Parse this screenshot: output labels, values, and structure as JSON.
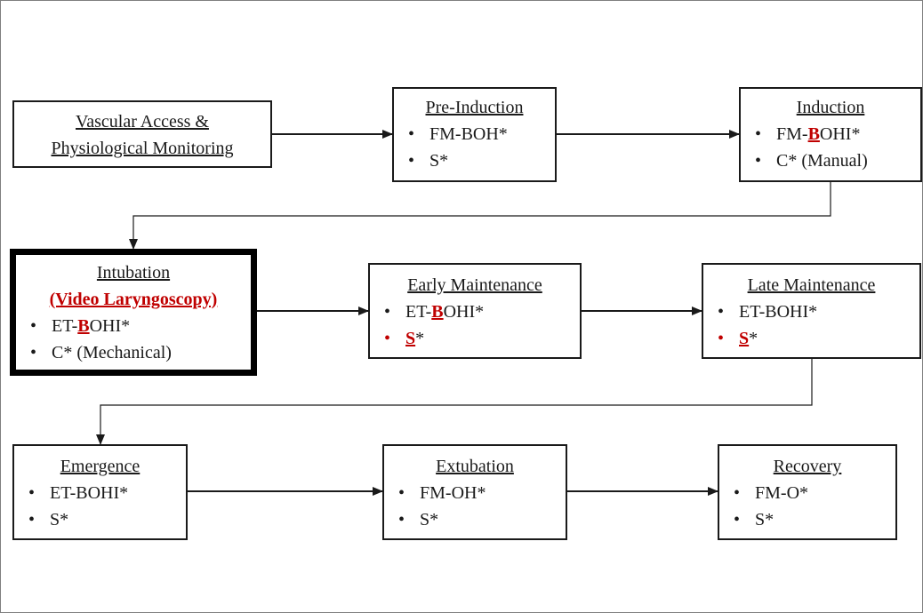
{
  "boxes": {
    "vascular": {
      "title_line1": "Vascular Access &",
      "title_line2": "Physiological Monitoring"
    },
    "preinduction": {
      "title": "Pre-Induction",
      "item1": "FM-BOH*",
      "item2": "S*"
    },
    "induction": {
      "title": "Induction",
      "item1_a": "FM-",
      "item1_b": "B",
      "item1_c": "OHI*",
      "item2": "C* (Manual)"
    },
    "intubation": {
      "title": "Intubation",
      "subtitle": "(Video Laryngoscopy)",
      "item1_a": "ET-",
      "item1_b": "B",
      "item1_c": "OHI*",
      "item2": "C* (Mechanical)"
    },
    "early": {
      "title": "Early Maintenance",
      "item1_a": "ET-",
      "item1_b": "B",
      "item1_c": "OHI*",
      "item2_a": "S",
      "item2_b": "*"
    },
    "late": {
      "title": "Late Maintenance",
      "item1": "ET-BOHI*",
      "item2_a": "S",
      "item2_b": "*"
    },
    "emergence": {
      "title": "Emergence",
      "item1": "ET-BOHI*",
      "item2": "S*"
    },
    "extubation": {
      "title": "Extubation",
      "item1": "FM-OH*",
      "item2": "S*"
    },
    "recovery": {
      "title": "Recovery",
      "item1": "FM-O*",
      "item2": "S*"
    }
  },
  "bullet_glyph": "•",
  "colors": {
    "highlight": "#c00000",
    "border": "#1a1a1a"
  }
}
